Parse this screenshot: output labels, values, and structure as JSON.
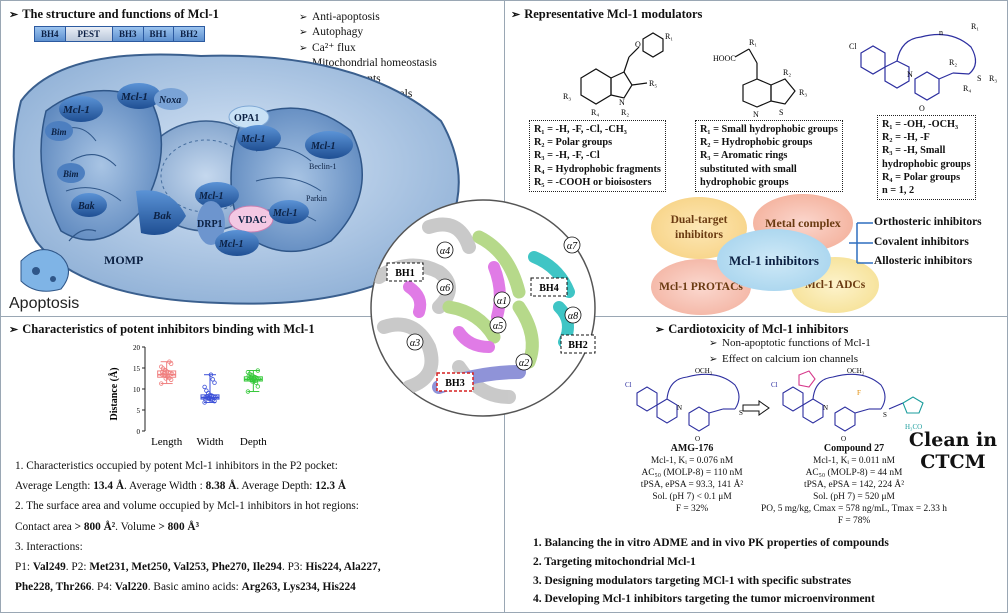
{
  "panels": {
    "top_left": {
      "title": "The structure and functions of Mcl-1",
      "domains": [
        "BH4",
        "PEST",
        "BH3",
        "BH1",
        "BH2"
      ],
      "functions": [
        "Anti-apoptosis",
        "Autophagy",
        "Ca²⁺ flux",
        "Mitochondrial homeostasis",
        "Nuclear events",
        "Protein kinase signals"
      ],
      "cell_labels": {
        "mcl1": "Mcl-1",
        "noxa": "Noxa",
        "bim": "Bim",
        "bak": "Bak",
        "opa1": "OPA1",
        "drp1": "DRP1",
        "vdac": "VDAC",
        "beclin": "Beclin-1",
        "parkin": "Parkin"
      },
      "momp": "MOMP",
      "apoptosis": "Apoptosis"
    },
    "top_right": {
      "title": "Representative Mcl-1 modulators",
      "scaffold_a_labels": [
        "R₁",
        "R₂",
        "R₃",
        "R₄",
        "R₅",
        "N",
        "O"
      ],
      "scaffold_b_labels": [
        "R₁",
        "R₂",
        "R₃",
        "HOOC",
        "N",
        "S"
      ],
      "scaffold_c_labels": [
        "R₁",
        "R₂",
        "R₃",
        "R₄",
        "Cl",
        "N",
        "O",
        "S",
        "n"
      ],
      "subst_a": [
        "R₁ = -H, -F, -Cl, -CH₃",
        "R₂ = Polar groups",
        "R₃ = -H, -F, -Cl",
        "R₄ = Hydrophobic fragments",
        "R₅ = -COOH or bioisosters"
      ],
      "subst_b": [
        "R₁ = Small hydrophobic groups",
        "R₂ = Hydrophobic groups",
        "R₃ = Aromatic rings",
        "substituted with small",
        "hydrophobic groups"
      ],
      "subst_c": [
        "R₁ = -OH, -OCH₃",
        "R₂ = -H, -F",
        "R₃ = -H, Small",
        "hydrophobic groups",
        "R₄ = Polar groups",
        "n = 1, 2"
      ],
      "modalities": {
        "dual": "Dual-target inhibitors",
        "metal": "Metal complex",
        "center": "Mcl-1 inhibitors",
        "protacs": "Mcl-1 PROTACs",
        "adcs": "Mcl-1 ADCs"
      },
      "inhibitor_types": [
        "Orthosteric inhibitors",
        "Covalent inhibitors",
        "Allosteric inhibitors"
      ]
    },
    "center": {
      "helix_labels": [
        "α1",
        "α2",
        "α3",
        "α4",
        "α5",
        "α6",
        "α7",
        "α8"
      ],
      "pocket_labels": [
        "BH1",
        "BH2",
        "BH3",
        "BH4"
      ]
    },
    "bottom_left": {
      "title": "Characteristics of potent inhibitors binding with Mcl-1",
      "text_lines": [
        "1. Characteristics occupied by potent Mcl-1 inhibitors in the P2 pocket:",
        "Average Length: ",
        "13.4 Å",
        ". Average Width : ",
        "8.38 Å",
        ". Average Depth: ",
        "12.3 Å",
        "2. The surface area and volume occupied by Mcl-1 inhibitors in hot regions:",
        "Contact area ",
        "> 800 Å²",
        ". Volume ",
        "> 800 Å³",
        "3. Interactions:",
        "P1: ",
        "Val249",
        ". P2: ",
        "Met231, Met250, Val253, Phe270, Ile294",
        ". P3: ",
        "His224, Ala227,",
        "Phe228, Thr266",
        ". P4: ",
        "Val220",
        ". Basic amino acids: ",
        "Arg263, Lys234, His224"
      ]
    },
    "bottom_right": {
      "title": "Cardiotoxicity of Mcl-1 inhibitors",
      "sub_bullets": [
        "Non-apoptotic functions of Mcl-1",
        "Effect on calcium ion channels"
      ],
      "amg": {
        "name": "AMG-176",
        "lines": [
          "Mcl-1, Kᵢ = 0.076 nM",
          "AC₅₀ (MOLP-8) = 110 nM",
          "tPSA, ePSA = 93.3, 141 Å²",
          "Sol. (pH 7) < 0.1 μM",
          "F = 32%"
        ]
      },
      "compound27": {
        "name": "Compound 27",
        "lines": [
          "Mcl-1, Kᵢ = 0.011 nM",
          "AC₅₀ (MOLP-8) = 44 nM",
          "tPSA, ePSA = 142, 224 Å²",
          "Sol. (pH 7) = 520 μM",
          "PO, 5 mg/kg, Cmax = 578 ng/mL, Tmax = 2.33 h",
          "F = 78%"
        ]
      },
      "clean_label": [
        "Clean in",
        "CTCM"
      ],
      "structure_labels": [
        "Cl",
        "OCH₃",
        "N",
        "O",
        "S",
        "F",
        "H₃CO"
      ],
      "numbered": [
        "1. Balancing the in vitro ADME and in vivo PK properties of compounds",
        "2. Targeting mitochondrial Mcl-1",
        "3. Designing modulators targeting MCl-1 with specific substrates",
        "4. Developing Mcl-1 inhibitors targeting the tumor microenvironment"
      ]
    }
  },
  "chart_data": {
    "type": "scatter",
    "title": "",
    "xlabel": "",
    "ylabel": "Distance (Å)",
    "ylim": [
      0,
      20
    ],
    "yticks": [
      0,
      5,
      10,
      15,
      20
    ],
    "categories": [
      "Length",
      "Width",
      "Depth"
    ],
    "colors": {
      "Length": "#f08080",
      "Width": "#3b4fd8",
      "Depth": "#35c83a"
    },
    "series": [
      {
        "name": "Length",
        "median": 13.4,
        "q1": 12.8,
        "q3": 14.3,
        "min": 11.3,
        "max": 16.5,
        "values": [
          11.3,
          12.2,
          12.6,
          12.9,
          13.1,
          13.3,
          13.4,
          13.6,
          13.8,
          14.0,
          14.2,
          14.5,
          14.9,
          15.3,
          16.0,
          16.5,
          13.0,
          12.5,
          13.7,
          14.1
        ]
      },
      {
        "name": "Width",
        "median": 8.0,
        "q1": 7.6,
        "q3": 8.6,
        "min": 6.8,
        "max": 13.4,
        "values": [
          6.8,
          7.1,
          7.4,
          7.6,
          7.8,
          7.9,
          8.0,
          8.1,
          8.2,
          8.4,
          8.6,
          9.0,
          9.6,
          10.5,
          11.5,
          12.3,
          13.4,
          7.7,
          8.3,
          7.5
        ]
      },
      {
        "name": "Depth",
        "median": 12.3,
        "q1": 11.9,
        "q3": 12.9,
        "min": 9.4,
        "max": 14.4,
        "values": [
          9.4,
          10.6,
          11.5,
          11.9,
          12.1,
          12.2,
          12.3,
          12.4,
          12.6,
          12.8,
          13.0,
          13.3,
          13.6,
          14.0,
          14.4,
          12.0,
          12.5,
          11.8,
          12.9,
          13.1
        ]
      }
    ]
  },
  "colors": {
    "accent_blue": "#2f6fbf",
    "text": "#111111",
    "border": "#9aa7b4"
  }
}
